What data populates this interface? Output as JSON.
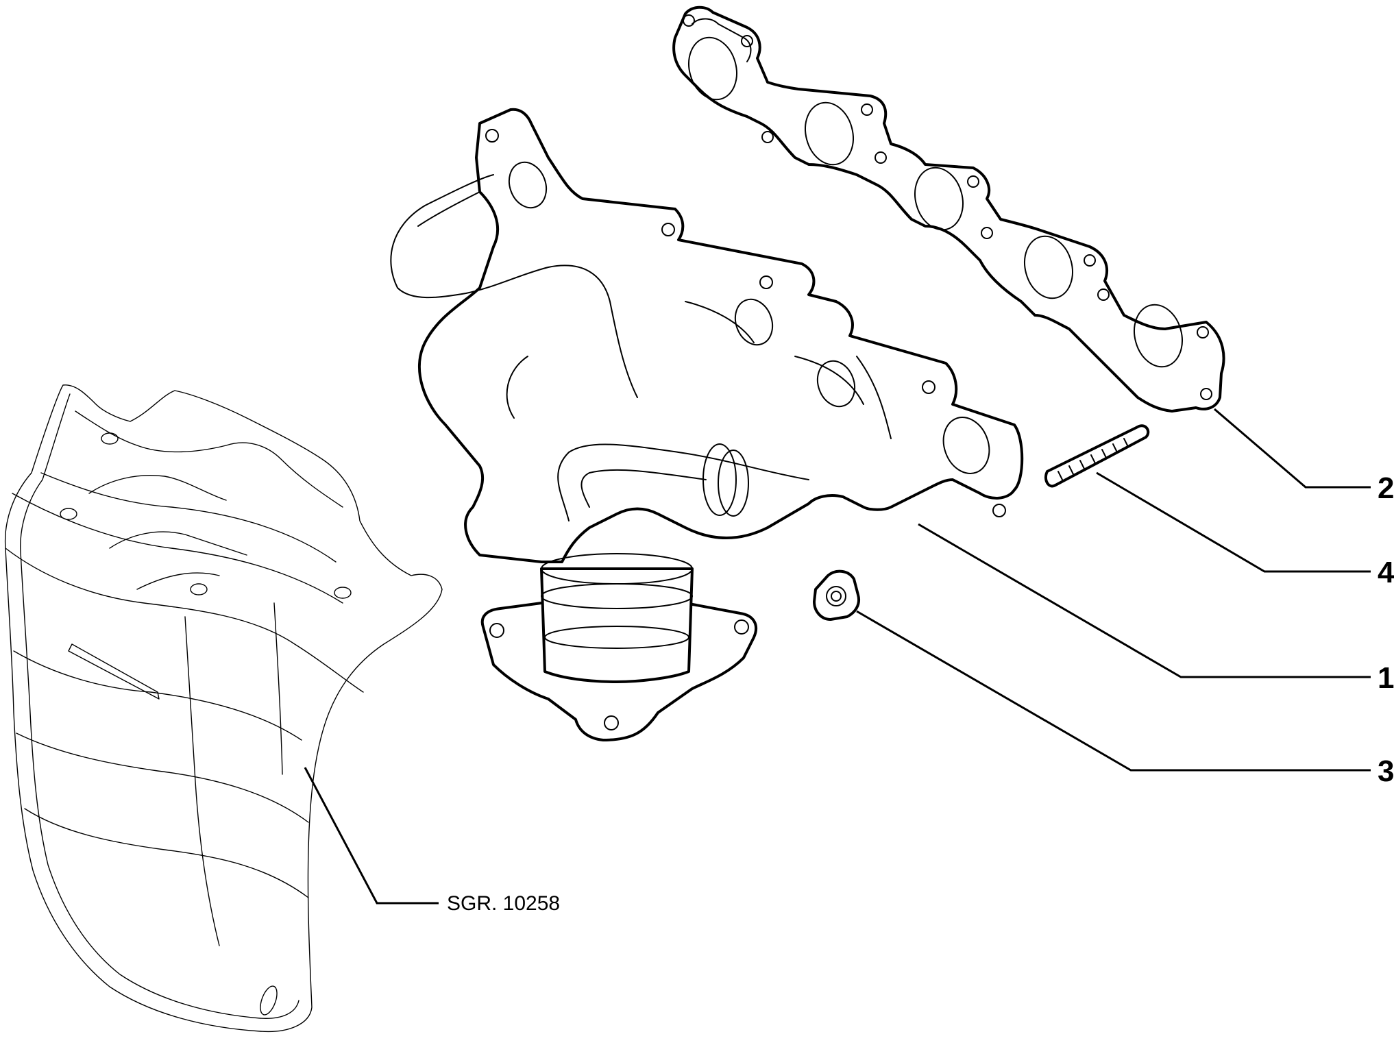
{
  "callouts": [
    {
      "id": "2",
      "label": "2",
      "part": "exhaust-manifold-gasket"
    },
    {
      "id": "4",
      "label": "4",
      "part": "stud"
    },
    {
      "id": "1",
      "label": "1",
      "part": "exhaust-manifold"
    },
    {
      "id": "3",
      "label": "3",
      "part": "flange-nut"
    }
  ],
  "reference": {
    "label": "SGR. 10258",
    "part": "heat-shield"
  },
  "colors": {
    "line": "#000000",
    "background": "#ffffff"
  }
}
